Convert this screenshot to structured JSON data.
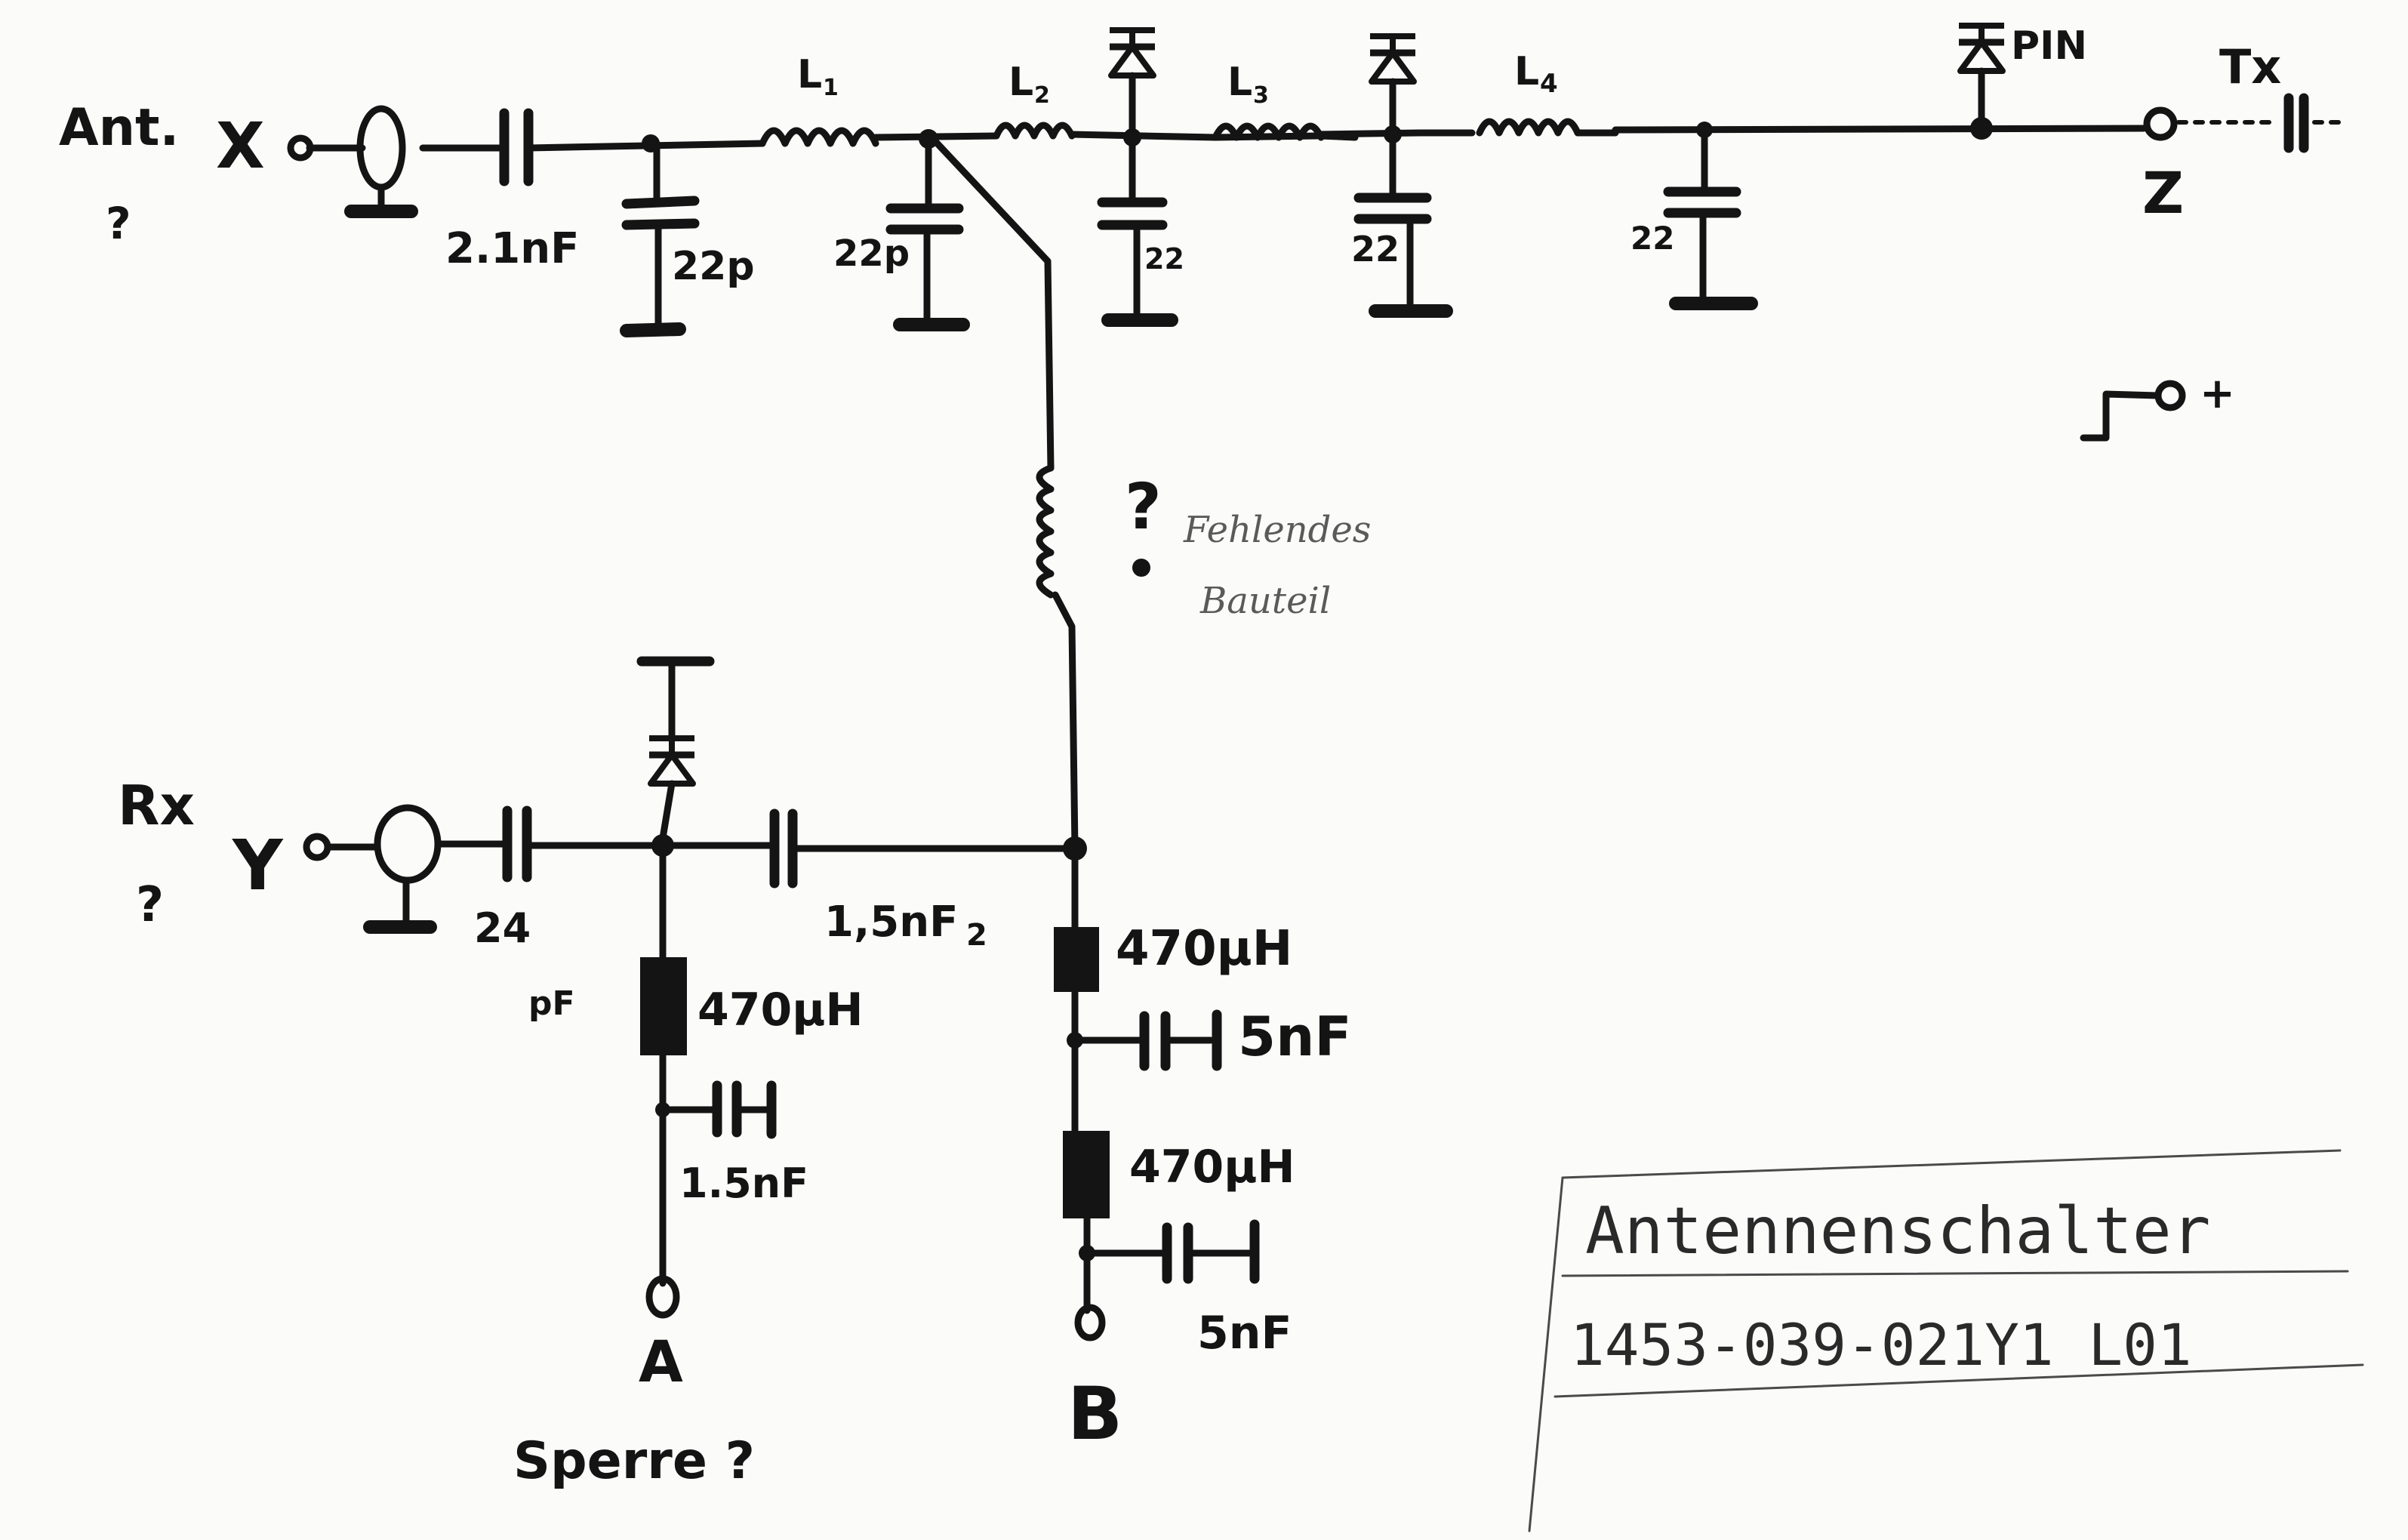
{
  "ant": {
    "title": "Ant.",
    "q": "?",
    "port": "X"
  },
  "tx": {
    "title": "Tx",
    "port": "Z"
  },
  "rx": {
    "title": "Rx",
    "q": "?",
    "port": "Y"
  },
  "pin": "PIN",
  "plus": "+",
  "inductors": {
    "l1": "L",
    "l2": "L",
    "l3": "L",
    "l4": "L",
    "s1": "1",
    "s2": "2",
    "s3": "3",
    "s4": "4"
  },
  "caps": {
    "c_ant": "2.1nF",
    "c1": "22p",
    "c2": "22p",
    "c3": "22",
    "c4": "22",
    "c5": "22",
    "c_rx": "24",
    "c_rx_unit": "pF",
    "c_mid": "1,5nF",
    "c_mid_sub": "2",
    "c_b1": "5nF",
    "c_b2": "5nF",
    "c_a": "1.5nF"
  },
  "chokes": {
    "ch_a": "470μH",
    "ch_b1": "470μH",
    "ch_b2": "470μH"
  },
  "missing": {
    "q": "?",
    "line1": "Fehlendes",
    "line2": "Bauteil"
  },
  "ports": {
    "a": "A",
    "b": "B",
    "sperre": "Sperre ?"
  },
  "titleblock": {
    "line1": "Antennenschalter",
    "line2": "1453-039-021Y1  L01"
  },
  "colors": {
    "ink": "#141414",
    "paper": "#fbfbfa",
    "pencil": "#5a5a5a"
  }
}
